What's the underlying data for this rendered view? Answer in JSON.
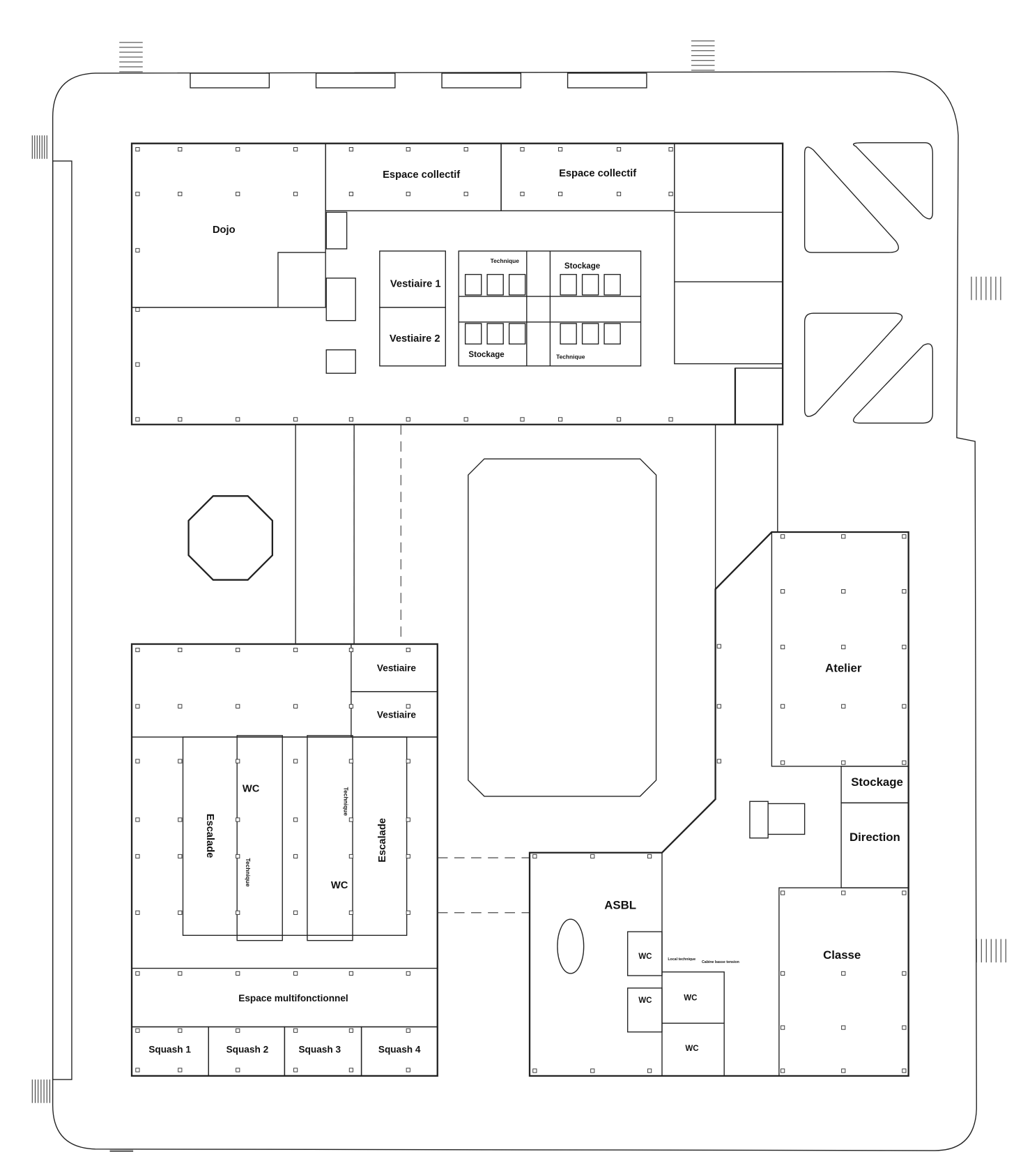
{
  "plan": {
    "top_building": {
      "dojo": "Dojo",
      "espace_collectif_1": "Espace collectif",
      "espace_collectif_2": "Espace collectif",
      "vestiaire_1": "Vestiaire 1",
      "vestiaire_2": "Vestiaire 2",
      "stockage_1": "Stockage",
      "stockage_2": "Stockage",
      "technique_1": "Technique",
      "technique_2": "Technique"
    },
    "left_building": {
      "vestiaire_1": "Vestiaire",
      "vestiaire_2": "Vestiaire",
      "wc_1": "WC",
      "wc_2": "WC",
      "escalade_1": "Escalade",
      "escalade_2": "Escalade",
      "technique_1": "Technique",
      "technique_2": "Technique",
      "multifonction": "Espace multifonctionnel",
      "squash": [
        "Squash 1",
        "Squash 2",
        "Squash 3",
        "Squash 4"
      ]
    },
    "right_building": {
      "atelier": "Atelier",
      "stockage": "Stockage",
      "direction": "Direction",
      "classe": "Classe",
      "asbl": "ASBL",
      "wc": [
        "WC",
        "WC",
        "WC",
        "WC"
      ],
      "local_technique": "Local technique",
      "cabine": "Cabine basse tension"
    }
  }
}
